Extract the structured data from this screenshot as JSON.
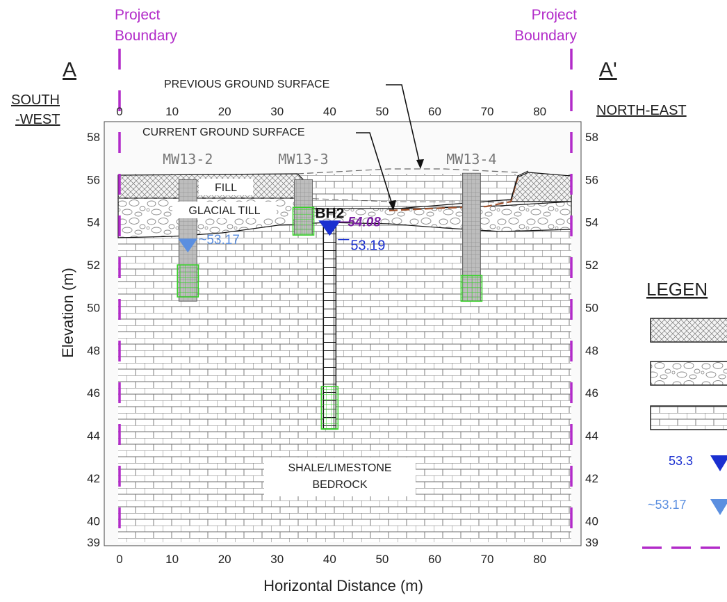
{
  "section": {
    "start_label": "A",
    "end_label": "A'",
    "start_direction": [
      "SOUTH",
      "-WEST"
    ],
    "end_direction": "NORTH-EAST",
    "boundary_labels": {
      "left": [
        "Project",
        "Boundary"
      ],
      "right": [
        "Project",
        "Boundary"
      ]
    }
  },
  "axes": {
    "x_label": "Horizontal Distance (m)",
    "y_label": "Elevation (m)",
    "x_ticks": [
      "0",
      "10",
      "20",
      "30",
      "40",
      "50",
      "60",
      "70",
      "80"
    ],
    "y_ticks": [
      "58",
      "56",
      "54",
      "52",
      "50",
      "48",
      "46",
      "44",
      "42",
      "40",
      "39"
    ],
    "x_range": [
      0,
      86
    ],
    "y_range": [
      39,
      58.5
    ]
  },
  "annotations": {
    "previous_ground": "PREVIOUS GROUND SURFACE",
    "current_ground": "CURRENT GROUND SURFACE",
    "fill": "FILL",
    "glacial_till": "GLACIAL TILL",
    "bedrock": [
      "SHALE/LIMESTONE",
      "BEDROCK"
    ]
  },
  "wells": [
    {
      "name": "MW13-2",
      "x": 13,
      "top": 56.0,
      "bottom": 50.3,
      "screen_top": 52.0,
      "screen_bottom": 50.5
    },
    {
      "name": "MW13-3",
      "x": 35,
      "top": 56.0,
      "bottom": 53.4,
      "screen_top": 54.7,
      "screen_bottom": 53.4
    },
    {
      "name": "MW13-4",
      "x": 67,
      "top": 56.3,
      "bottom": 50.3,
      "screen_top": 51.5,
      "screen_bottom": 50.3
    }
  ],
  "borehole": {
    "name": "BH2",
    "x": 40,
    "top": 54.0,
    "bottom": 44.3,
    "screen_top": 46.3,
    "screen_bottom": 44.3
  },
  "water_levels": [
    {
      "label": "54.08",
      "x": 40,
      "elevation": 54.08,
      "color": "#7B1FA2"
    },
    {
      "label": "53.19",
      "x": 40,
      "elevation": 53.19,
      "color": "#1A2FD0"
    },
    {
      "label": "~53.17",
      "x": 13,
      "elevation": 53.17,
      "color": "#5B8FE0"
    }
  ],
  "legend": {
    "title": "LEGEN",
    "water_levels": [
      "53.3",
      "~53.17"
    ]
  },
  "colors": {
    "boundary": "#B22BC9",
    "screen": "#39D12B",
    "water_solid": "#1A2FD0",
    "water_est": "#5B8FE0",
    "current_surface": "#A0522D"
  }
}
